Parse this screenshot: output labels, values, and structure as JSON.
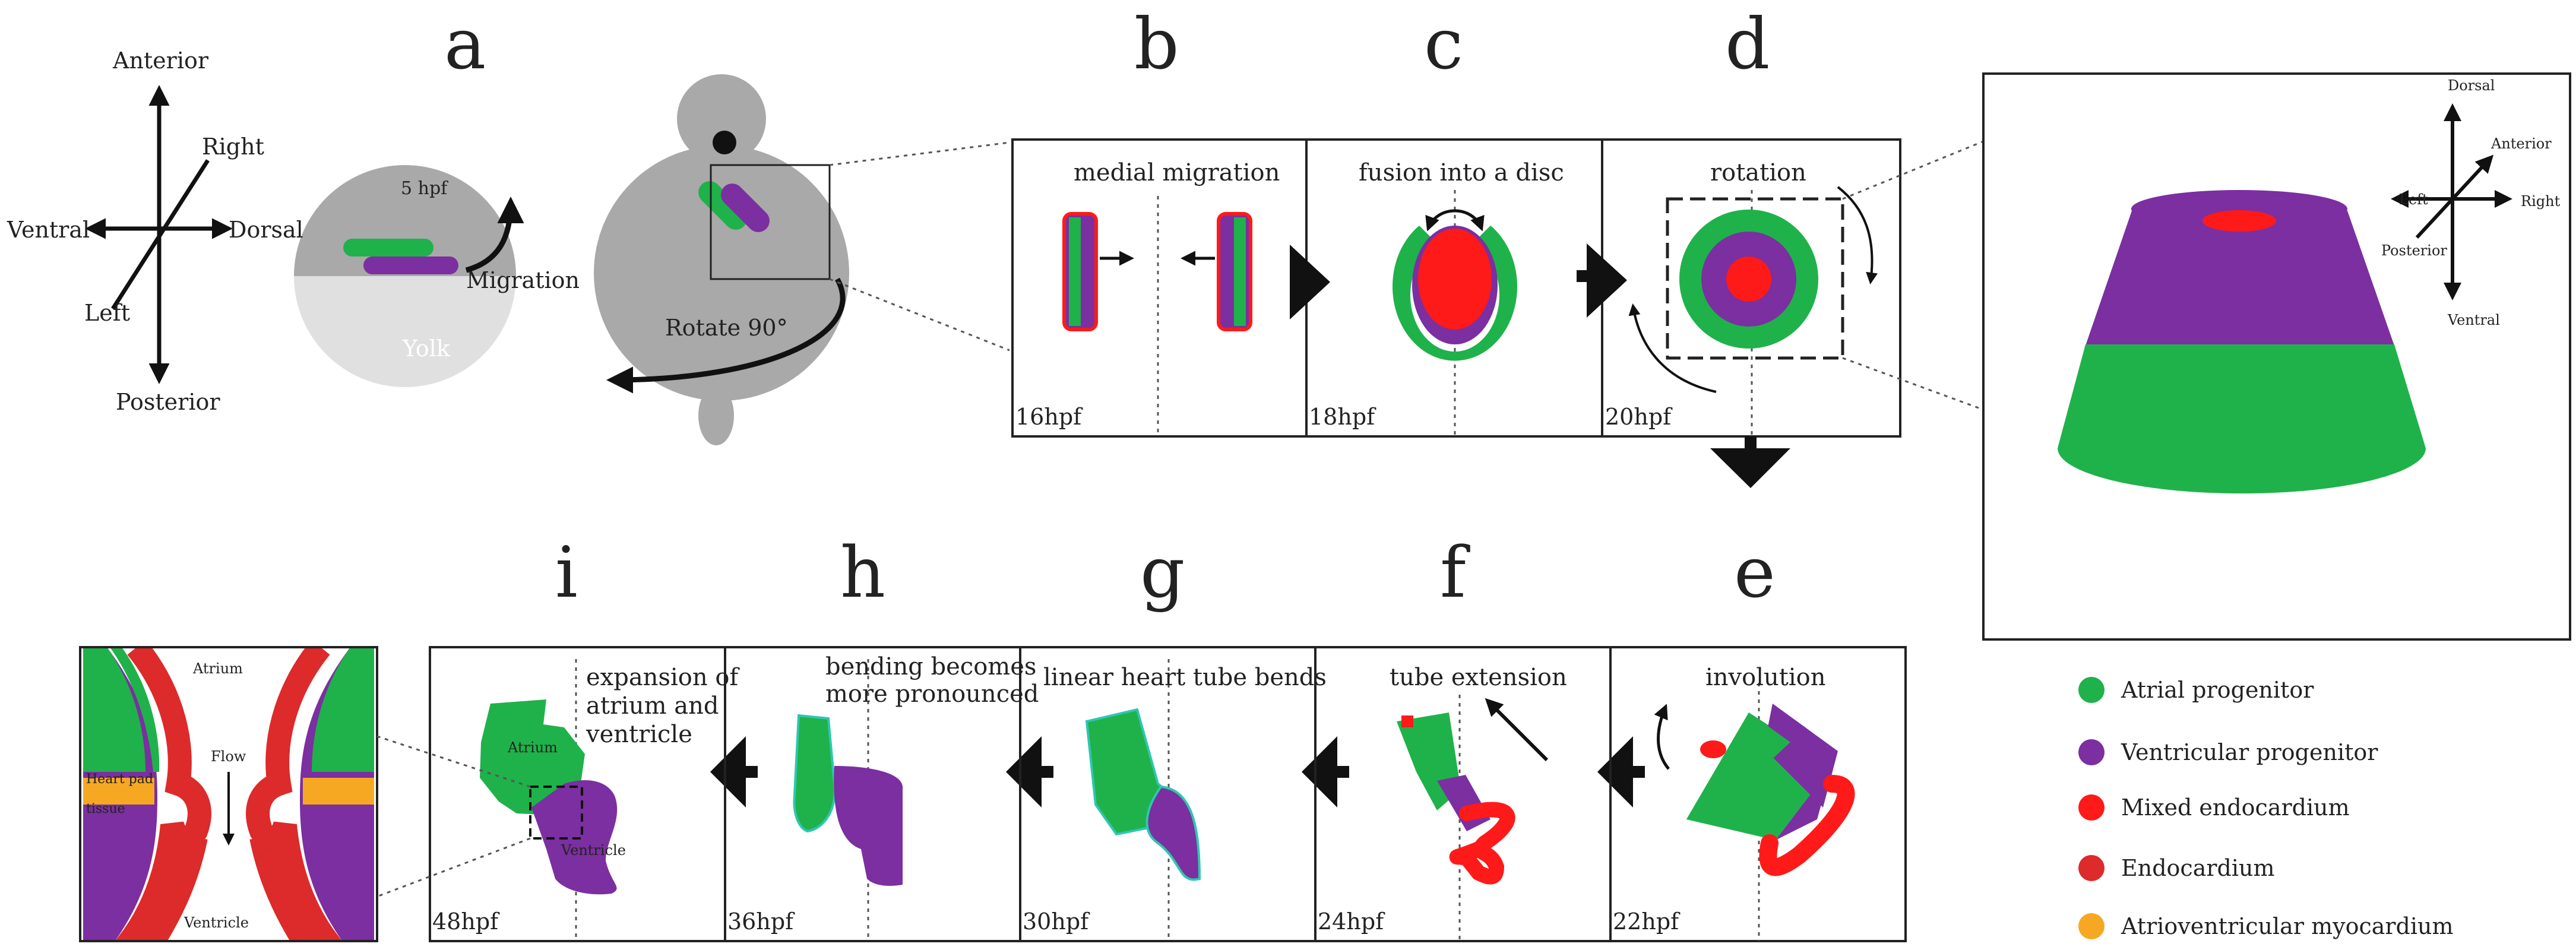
{
  "panel_letters": [
    "a",
    "b",
    "c",
    "d",
    "e",
    "f",
    "g",
    "h",
    "i"
  ],
  "axes_main": {
    "anterior": "Anterior",
    "posterior": "Posterior",
    "ventral": "Ventral",
    "dorsal": "Dorsal",
    "left": "Left",
    "right": "Right"
  },
  "panel_a": {
    "stage": "5 hpf",
    "yolk": "Yolk",
    "migration": "Migration",
    "rotate": "Rotate 90°"
  },
  "stages": {
    "b": {
      "title": "medial migration",
      "hpf": "16hpf"
    },
    "c": {
      "title": "fusion into a disc",
      "hpf": "18hpf"
    },
    "d": {
      "title": "rotation",
      "hpf": "20hpf"
    },
    "e": {
      "title": "involution",
      "hpf": "22hpf"
    },
    "f": {
      "title": "tube extension",
      "hpf": "24hpf"
    },
    "g": {
      "title": "linear heart tube bends",
      "hpf": "30hpf"
    },
    "h": {
      "title_line1": "bending becomes",
      "title_line2": "more pronounced",
      "hpf": "36hpf"
    },
    "i": {
      "title_line1": "expansion of",
      "title_line2": "atrium and",
      "title_line3": "ventricle",
      "hpf": "48hpf",
      "atrium": "Atrium",
      "ventricle": "Ventricle"
    }
  },
  "cone_axes": {
    "dorsal": "Dorsal",
    "ventral": "Ventral",
    "anterior": "Anterior",
    "posterior": "Posterior",
    "left": "Left",
    "right": "Right"
  },
  "inset_i": {
    "atrium": "Atrium",
    "flow": "Flow",
    "pad_line1": "Heart pad",
    "pad_line2": "tissue",
    "ventricle": "Ventricle"
  },
  "legend": [
    {
      "label": "Atrial progenitor",
      "color": "#1fb24a"
    },
    {
      "label": "Ventricular progenitor",
      "color": "#7b2fa0"
    },
    {
      "label": "Mixed endocardium",
      "color": "#ff1a1a"
    },
    {
      "label": "Endocardium",
      "color": "#dd2a2a"
    },
    {
      "label": "Atrioventricular myocardium",
      "color": "#f7a823"
    }
  ],
  "colors": {
    "green": "#1fb24a",
    "purple": "#7b2fa0",
    "red": "#ff1a1a",
    "orange": "#f7a823",
    "gray": "#bdbdbd",
    "light_gray": "#e0e0e0"
  }
}
